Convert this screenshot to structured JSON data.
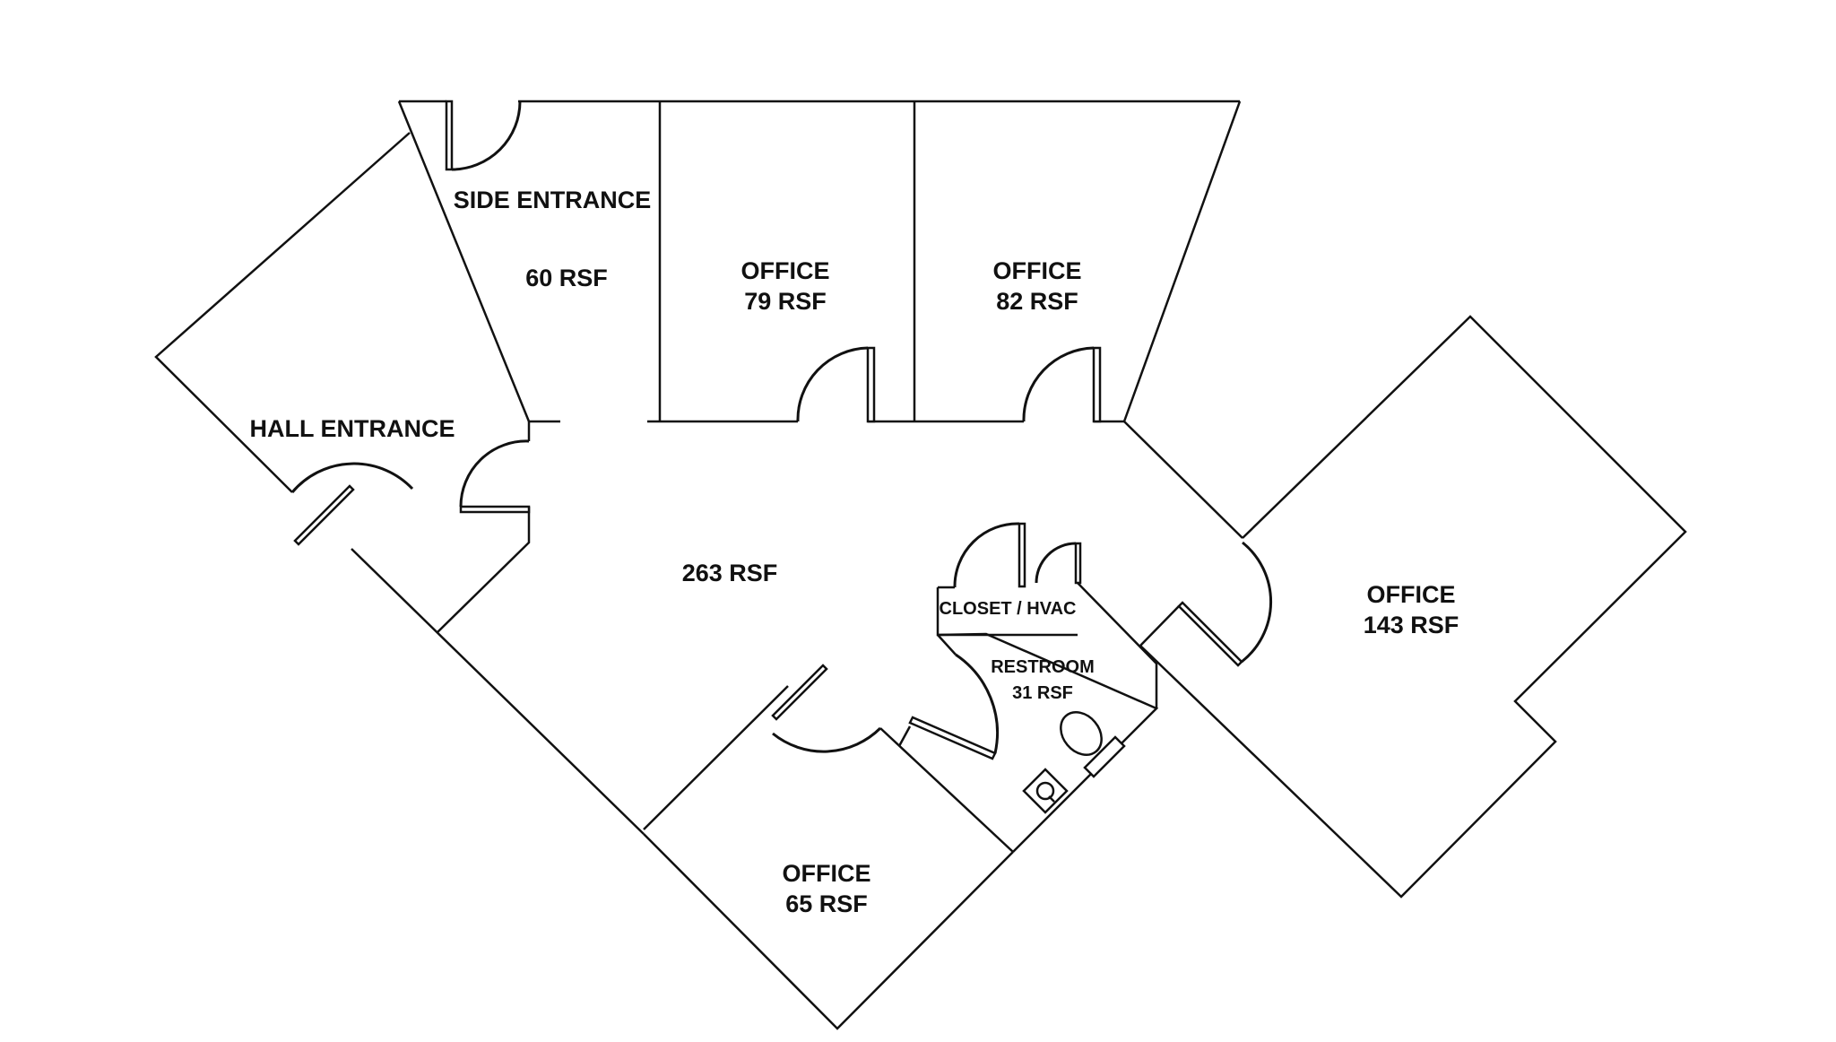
{
  "rooms": {
    "side_entrance": {
      "name": "SIDE ENTRANCE",
      "area": "60 RSF"
    },
    "hall_entrance": {
      "name": "HALL ENTRANCE"
    },
    "office_79": {
      "name": "OFFICE",
      "area": "79 RSF"
    },
    "office_82": {
      "name": "OFFICE",
      "area": "82 RSF"
    },
    "main": {
      "area": "263 RSF"
    },
    "closet": {
      "name": "CLOSET / HVAC"
    },
    "restroom": {
      "name": "RESTROOM",
      "area": "31 RSF"
    },
    "office_65": {
      "name": "OFFICE",
      "area": "65 RSF"
    },
    "office_143": {
      "name": "OFFICE",
      "area": "143 RSF"
    }
  },
  "colors": {
    "line": "#111111",
    "background": "#ffffff"
  }
}
